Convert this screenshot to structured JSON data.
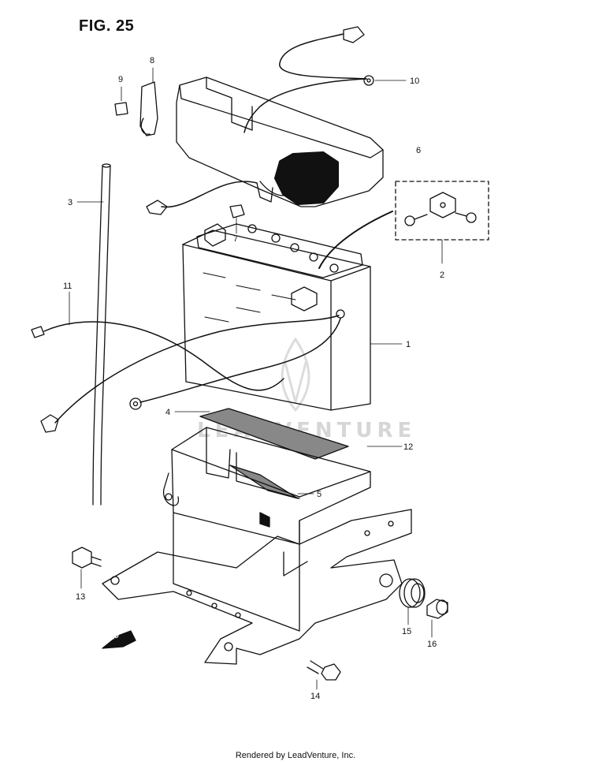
{
  "figure": {
    "title": "FIG. 25"
  },
  "watermark": "LEADVENTURE",
  "direction_arrow": "FWD",
  "footer": "Rendered by LeadVenture, Inc.",
  "callouts": {
    "c1": "1",
    "c2": "2",
    "c3": "3",
    "c4": "4",
    "c5": "5",
    "c6": "6",
    "c7": "7",
    "c8": "8",
    "c9": "9",
    "c10": "10",
    "c11": "11",
    "c12": "12",
    "c13": "13",
    "c14": "14",
    "c15": "15",
    "c16": "16"
  }
}
